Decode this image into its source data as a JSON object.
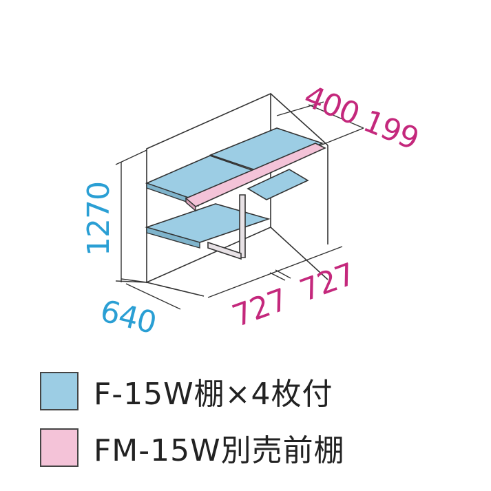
{
  "colors": {
    "standard_shelf": "#9ccde4",
    "optional_shelf": "#f4c3d8",
    "dimension_cyan": "#2a9fd4",
    "dimension_magenta": "#c4287c",
    "frame_line": "#333333"
  },
  "dimensions": {
    "height": "1270",
    "depth": "640",
    "width_left": "727",
    "width_right": "727",
    "shelf_depth_main": "400",
    "shelf_depth_front": "199"
  },
  "legend": [
    {
      "label": "F-15W棚×4枚付",
      "swatch": "standard_shelf"
    },
    {
      "label": "FM-15W別売前棚",
      "swatch": "optional_shelf"
    }
  ]
}
